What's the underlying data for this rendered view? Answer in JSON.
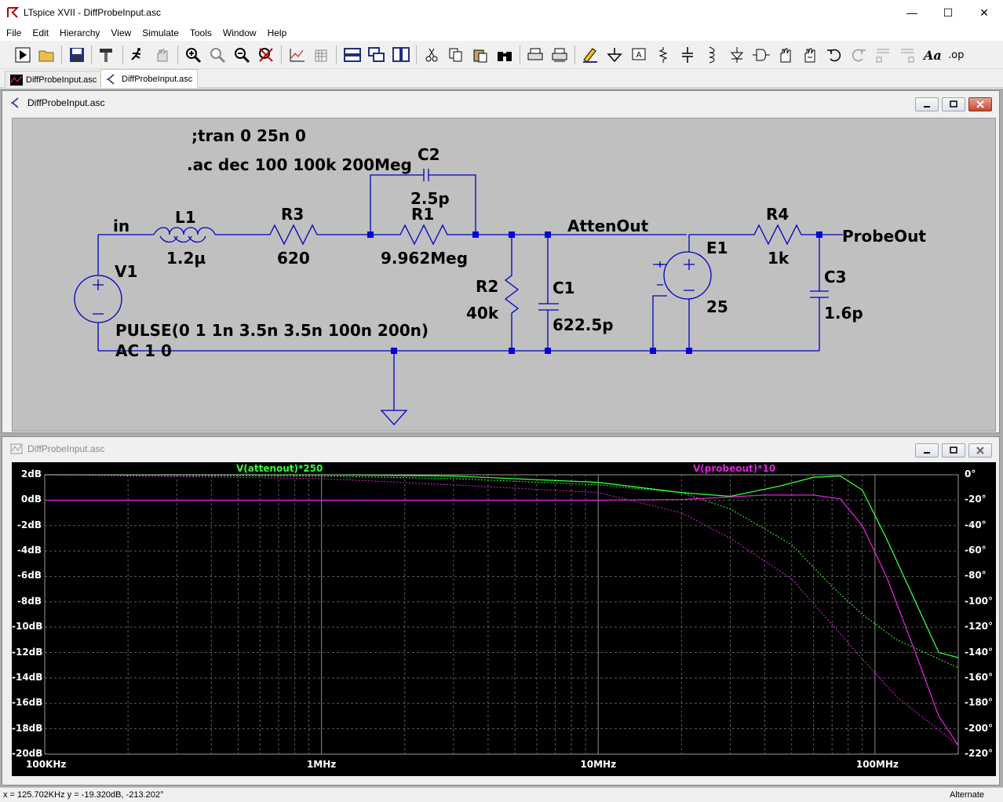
{
  "window": {
    "title": "LTspice XVII - DiffProbeInput.asc",
    "min_glyph": "—",
    "max_glyph": "☐",
    "close_glyph": "✕"
  },
  "menu": [
    "File",
    "Edit",
    "Hierarchy",
    "View",
    "Simulate",
    "Tools",
    "Window",
    "Help"
  ],
  "tabs": [
    {
      "label": "DiffProbeInput.asc",
      "icon": "waveform-icon",
      "active": false
    },
    {
      "label": "DiffProbeInput.asc",
      "icon": "schematic-icon",
      "active": true
    }
  ],
  "schematic": {
    "title": "DiffProbeInput.asc",
    "directives": [
      ";tran 0 25n 0",
      ".ac dec 100 100k 200Meg"
    ],
    "labels": {
      "in": "in",
      "L1": "L1",
      "L1_val": "1.2µ",
      "R3": "R3",
      "R3_val": "620",
      "C2": "C2",
      "C2_val": "2.5p",
      "R1": "R1",
      "R1_val": "9.962Meg",
      "AttenOut": "AttenOut",
      "R4": "R4",
      "R4_val": "1k",
      "ProbeOut": "ProbeOut",
      "V1": "V1",
      "R2": "R2",
      "R2_val": "40k",
      "C1": "C1",
      "C1_val": "622.5p",
      "E1": "E1",
      "E1_val": "25",
      "C3": "C3",
      "C3_val": "1.6p",
      "V1_value1": "PULSE(0 1 1n 3.5n 3.5n 100n 200n)",
      "V1_value2": "AC 1 0"
    }
  },
  "plot_window": {
    "title": "DiffProbeInput.asc"
  },
  "chart_data": {
    "type": "line",
    "x_scale": "log",
    "xlim": [
      100000,
      200000000
    ],
    "x_ticks": [
      {
        "value": 100000,
        "label": "100KHz"
      },
      {
        "value": 1000000,
        "label": "1MHz"
      },
      {
        "value": 10000000,
        "label": "10MHz"
      },
      {
        "value": 100000000,
        "label": "100MHz"
      }
    ],
    "ylim_left": [
      -20,
      2
    ],
    "y_ticks_left": [
      "2dB",
      "0dB",
      "-2dB",
      "-4dB",
      "-6dB",
      "-8dB",
      "-10dB",
      "-12dB",
      "-14dB",
      "-16dB",
      "-18dB",
      "-20dB"
    ],
    "ylim_right": [
      -220,
      0
    ],
    "y_ticks_right": [
      "0°",
      "-20°",
      "-40°",
      "-60°",
      "-80°",
      "-100°",
      "-120°",
      "-140°",
      "-160°",
      "-180°",
      "-200°",
      "-220°"
    ],
    "grid": true,
    "series": [
      {
        "name": "V(attenout)*250",
        "color": "#33ff33",
        "magnitude_db": [
          [
            100000,
            2
          ],
          [
            1000000,
            2
          ],
          [
            3000000,
            1.9
          ],
          [
            10000000,
            1.4
          ],
          [
            20000000,
            0.6
          ],
          [
            30000000,
            0.3
          ],
          [
            45000000,
            1.1
          ],
          [
            60000000,
            1.8
          ],
          [
            75000000,
            1.9
          ],
          [
            90000000,
            0.8
          ],
          [
            110000000,
            -3
          ],
          [
            140000000,
            -8
          ],
          [
            170000000,
            -12
          ],
          [
            200000000,
            -12.4
          ]
        ],
        "phase_deg": [
          [
            100000,
            0
          ],
          [
            1000000,
            -1
          ],
          [
            3000000,
            -3
          ],
          [
            10000000,
            -8
          ],
          [
            20000000,
            -14
          ],
          [
            30000000,
            -27
          ],
          [
            50000000,
            -55
          ],
          [
            70000000,
            -88
          ],
          [
            90000000,
            -110
          ],
          [
            120000000,
            -130
          ],
          [
            200000000,
            -152
          ]
        ]
      },
      {
        "name": "V(probeout)*10",
        "color": "#e020e0",
        "magnitude_db": [
          [
            100000,
            0
          ],
          [
            1000000,
            0
          ],
          [
            10000000,
            0
          ],
          [
            20000000,
            0.05
          ],
          [
            40000000,
            0.4
          ],
          [
            60000000,
            0.4
          ],
          [
            75000000,
            0.1
          ],
          [
            90000000,
            -2
          ],
          [
            110000000,
            -6
          ],
          [
            140000000,
            -12
          ],
          [
            170000000,
            -17
          ],
          [
            200000000,
            -19.3
          ]
        ],
        "phase_deg": [
          [
            100000,
            0
          ],
          [
            1000000,
            -3
          ],
          [
            3000000,
            -8
          ],
          [
            10000000,
            -14
          ],
          [
            20000000,
            -30
          ],
          [
            30000000,
            -50
          ],
          [
            50000000,
            -82
          ],
          [
            70000000,
            -118
          ],
          [
            90000000,
            -145
          ],
          [
            120000000,
            -175
          ],
          [
            200000000,
            -213
          ]
        ]
      }
    ]
  },
  "status": {
    "cursor": "x = 125.702KHz    y = -19.320dB, -213.202°",
    "mode": "Alternate"
  }
}
